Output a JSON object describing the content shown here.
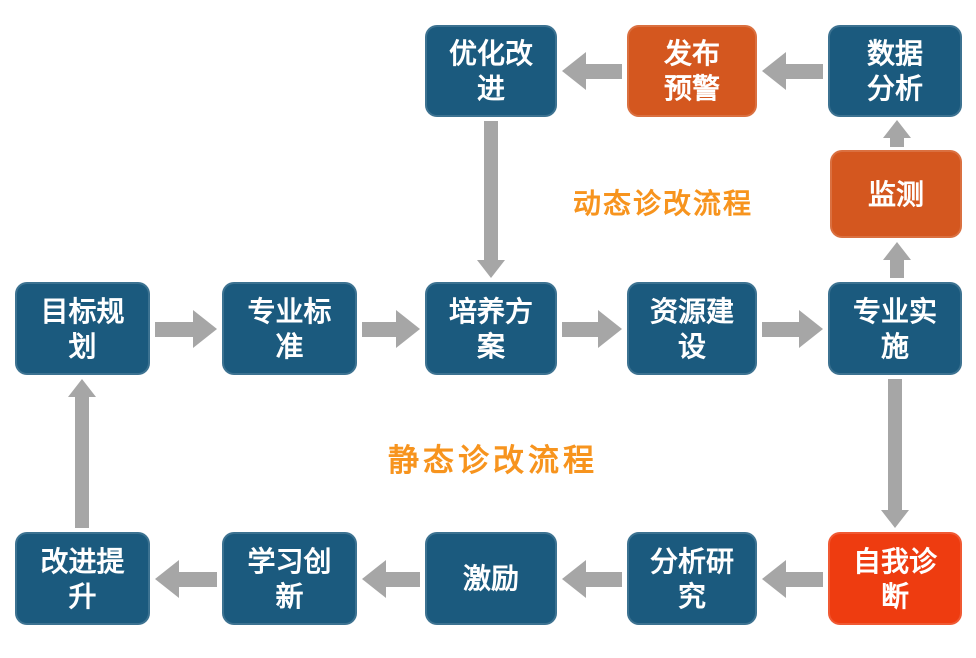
{
  "diagram": {
    "type": "flowchart",
    "dynamic_label": "动态诊改流程",
    "static_label": "静态诊改流程"
  },
  "colors": {
    "node_blue": "#1b5a7e",
    "node_orange": "#d4571f",
    "node_red": "#ee3c10",
    "arrow_gray": "#a6a6a6",
    "flow_label_orange": "#f7941e",
    "node_text": "#ffffff",
    "background": "#ffffff"
  },
  "nodes": {
    "optimize": {
      "label": "优化改\n进"
    },
    "warning": {
      "label": "发布\n预警"
    },
    "data_analysis": {
      "label": "数据\n分析"
    },
    "monitor": {
      "label": "监测"
    },
    "goal": {
      "label": "目标规\n划"
    },
    "standard": {
      "label": "专业标\n准"
    },
    "plan": {
      "label": "培养方\n案"
    },
    "resource": {
      "label": "资源建\n设"
    },
    "implement": {
      "label": "专业实\n施"
    },
    "improve": {
      "label": "改进提\n升"
    },
    "learn": {
      "label": "学习创\n新"
    },
    "incentive": {
      "label": "激励"
    },
    "research": {
      "label": "分析研\n究"
    },
    "self_diagnosis": {
      "label": "自我诊\n断"
    }
  },
  "edges": [
    {
      "from": "goal",
      "to": "standard"
    },
    {
      "from": "standard",
      "to": "plan"
    },
    {
      "from": "plan",
      "to": "resource"
    },
    {
      "from": "resource",
      "to": "implement"
    },
    {
      "from": "implement",
      "to": "monitor"
    },
    {
      "from": "monitor",
      "to": "data_analysis"
    },
    {
      "from": "data_analysis",
      "to": "warning"
    },
    {
      "from": "warning",
      "to": "optimize"
    },
    {
      "from": "optimize",
      "to": "plan"
    },
    {
      "from": "implement",
      "to": "self_diagnosis"
    },
    {
      "from": "self_diagnosis",
      "to": "research"
    },
    {
      "from": "research",
      "to": "incentive"
    },
    {
      "from": "incentive",
      "to": "learn"
    },
    {
      "from": "learn",
      "to": "improve"
    },
    {
      "from": "improve",
      "to": "goal"
    }
  ]
}
